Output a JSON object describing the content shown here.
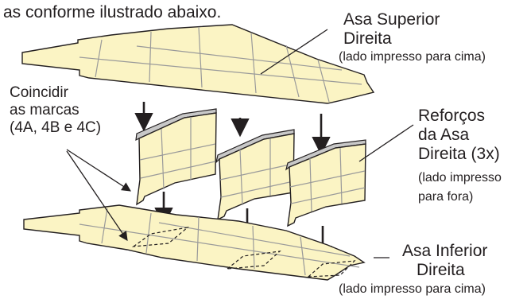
{
  "intro_text": "as conforme ilustrado abaixo.",
  "top_wing": {
    "name_line1": "Asa Superior",
    "name_line2": "Direita",
    "note": "(lado impresso para cima)"
  },
  "marks_note": {
    "line1": "Coincidir",
    "line2": "as marcas",
    "line3": "(4A, 4B e 4C)"
  },
  "reinforcements": {
    "line1": "Reforços",
    "line2": "da Asa",
    "line3": "Direita (3x)",
    "note_line1": "(lado impresso",
    "note_line2": "para fora)"
  },
  "bottom_wing": {
    "name_line1": "Asa Inferior",
    "name_line2": "Direita",
    "note": "(lado impresso para cima)"
  },
  "colors": {
    "paper_fill": "#fbf4c4",
    "outline": "#231f20",
    "grid_lines": "#9a9a9a",
    "folded_edge": "#bdbdbd"
  }
}
